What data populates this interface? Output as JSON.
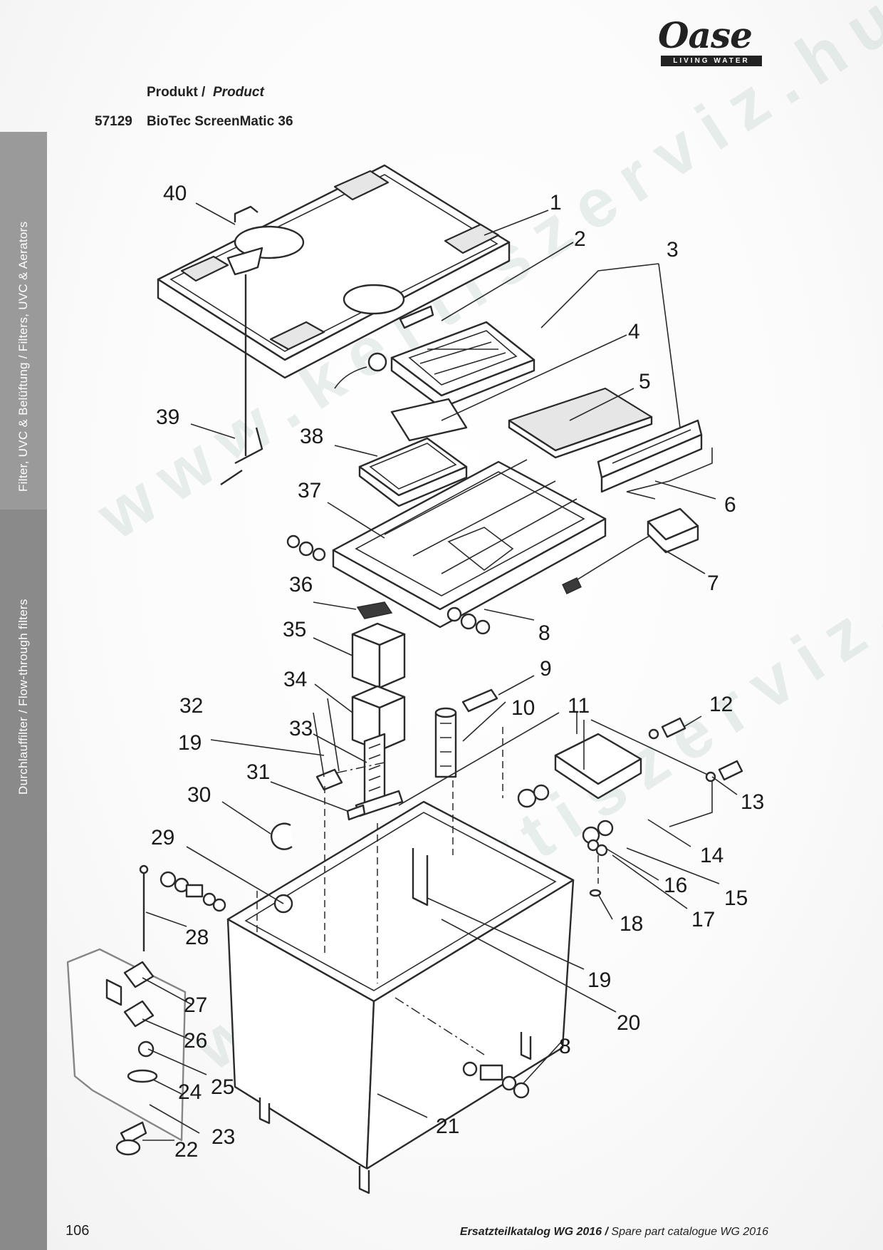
{
  "brand": {
    "logo_word": "Oase",
    "tagline": "LIVING WATER"
  },
  "heading": {
    "product_label_de": "Produkt /",
    "product_label_en": "Product",
    "product_code": "57129",
    "product_name": "BioTec ScreenMatic 36"
  },
  "sidebar": {
    "section_1": "Filter, UVC & Belüftung / Filters, UVC & Aerators",
    "section_2": "Durchlauffilter / Flow-through filters"
  },
  "watermark": {
    "text_1": "www.kertiszerviz.hu",
    "text_2": "www.kertiszerviz.hu"
  },
  "callouts": {
    "c1": "1",
    "c2": "2",
    "c3": "3",
    "c4": "4",
    "c5": "5",
    "c6": "6",
    "c7": "7",
    "c8": "8",
    "c8b": "8",
    "c9": "9",
    "c10": "10",
    "c11": "11",
    "c12": "12",
    "c13": "13",
    "c14": "14",
    "c15": "15",
    "c16": "16",
    "c17": "17",
    "c18": "18",
    "c19": "19",
    "c19b": "19",
    "c20": "20",
    "c21": "21",
    "c22": "22",
    "c23": "23",
    "c24": "24",
    "c25": "25",
    "c26": "26",
    "c27": "27",
    "c28": "28",
    "c29": "29",
    "c30": "30",
    "c31": "31",
    "c32": "32",
    "c33": "33",
    "c34": "34",
    "c35": "35",
    "c36": "36",
    "c37": "37",
    "c38": "38",
    "c39": "39",
    "c40": "40"
  },
  "footer": {
    "page_number": "106",
    "catalog_de": "Ersatzteilkatalog WG 2016 /",
    "catalog_en": "Spare part catalogue WG 2016"
  }
}
